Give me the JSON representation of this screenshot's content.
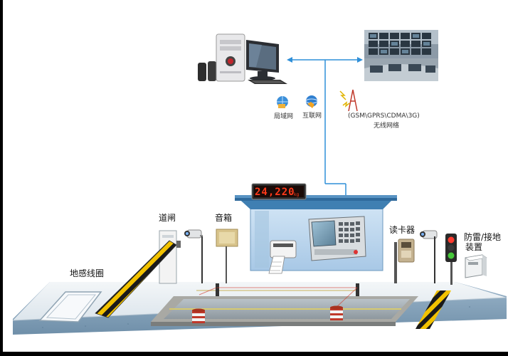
{
  "display": {
    "weight": "24,220",
    "unit": "kg"
  },
  "network": {
    "lan": "局域网",
    "internet": "互联网",
    "wireless_protocols": "(GSM\\GPRS\\CDMA\\3G)",
    "wireless": "无线网络"
  },
  "labels": {
    "barrier_gate": "道闸",
    "speaker": "音箱",
    "card_reader": "读卡器",
    "lightning_protection_line1": "防雷/接地",
    "lightning_protection_line2": "装置",
    "ground_loop": "地感线圈"
  },
  "colors": {
    "platform_top": "#e9eff3",
    "platform_side": "#8aa7bf",
    "booth_roof": "#3f7fb2",
    "booth_wall": "#bcd6ee",
    "network_line": "#2f8fd8",
    "hazard_yellow": "#f2c200",
    "display_led": "#ff3a1a"
  }
}
